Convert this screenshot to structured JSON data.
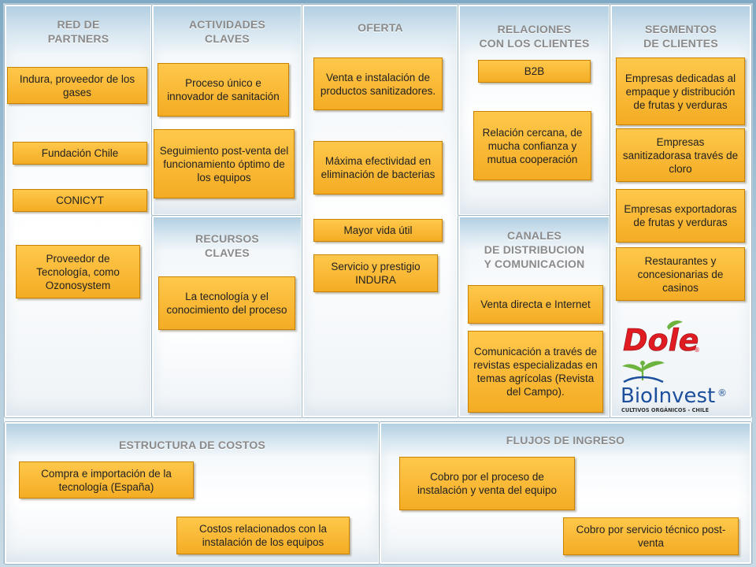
{
  "sections": {
    "partners": "RED DE\nPARTNERS",
    "activities": "ACTIVIDADES\nCLAVES",
    "offer": "OFERTA",
    "relations": "RELACIONES\nCON LOS CLIENTES",
    "segments": "SEGMENTOS\nDE CLIENTES",
    "resources": "RECURSOS\nCLAVES",
    "channels": "CANALES\nDE DISTRIBUCION\nY COMUNICACION",
    "costs": "ESTRUCTURA DE COSTOS",
    "revenue": "FLUJOS DE INGRESO"
  },
  "partners": [
    "Indura, proveedor de los gases",
    "Fundación Chile",
    "CONICYT",
    "Proveedor de Tecnología, como Ozonosystem"
  ],
  "activities": [
    "Proceso único e innovador de sanitación",
    "Seguimiento post-venta del funcionamiento óptimo de los equipos"
  ],
  "resources": [
    "La tecnología y el conocimiento del proceso"
  ],
  "offer": [
    "Venta e instalación de productos sanitizadores.",
    "Máxima efectividad en eliminación de bacterias",
    "Mayor vida útil",
    "Servicio y prestigio INDURA"
  ],
  "relations": [
    "B2B",
    "Relación cercana, de mucha confianza y mutua cooperación"
  ],
  "channels": [
    "Venta directa e Internet",
    "Comunicación a través de revistas especializadas en temas agrícolas (Revista del Campo)."
  ],
  "segments": [
    "Empresas dedicadas al empaque y distribución de frutas y verduras",
    "Empresas sanitizadorasa través de cloro",
    "Empresas exportadoras de frutas y verduras",
    "Restaurantes y concesionarias de casinos"
  ],
  "costs": [
    "Compra e importación de la tecnología (España)",
    "Costos relacionados con la instalación de los equipos"
  ],
  "revenue": [
    "Cobro por el proceso de instalación y venta del equipo",
    "Cobro por servicio técnico post-venta"
  ],
  "logos": {
    "dole": "Dole",
    "bioinvest": "BioInvest",
    "bioinvest_tagline": "CULTIVOS ORGÁNICOS - CHILE",
    "registered": "®"
  },
  "colors": {
    "box": "#f4ac24",
    "dole_red": "#e11b22",
    "bio_blue": "#1d4f9c",
    "bio_green": "#6cb33f"
  }
}
